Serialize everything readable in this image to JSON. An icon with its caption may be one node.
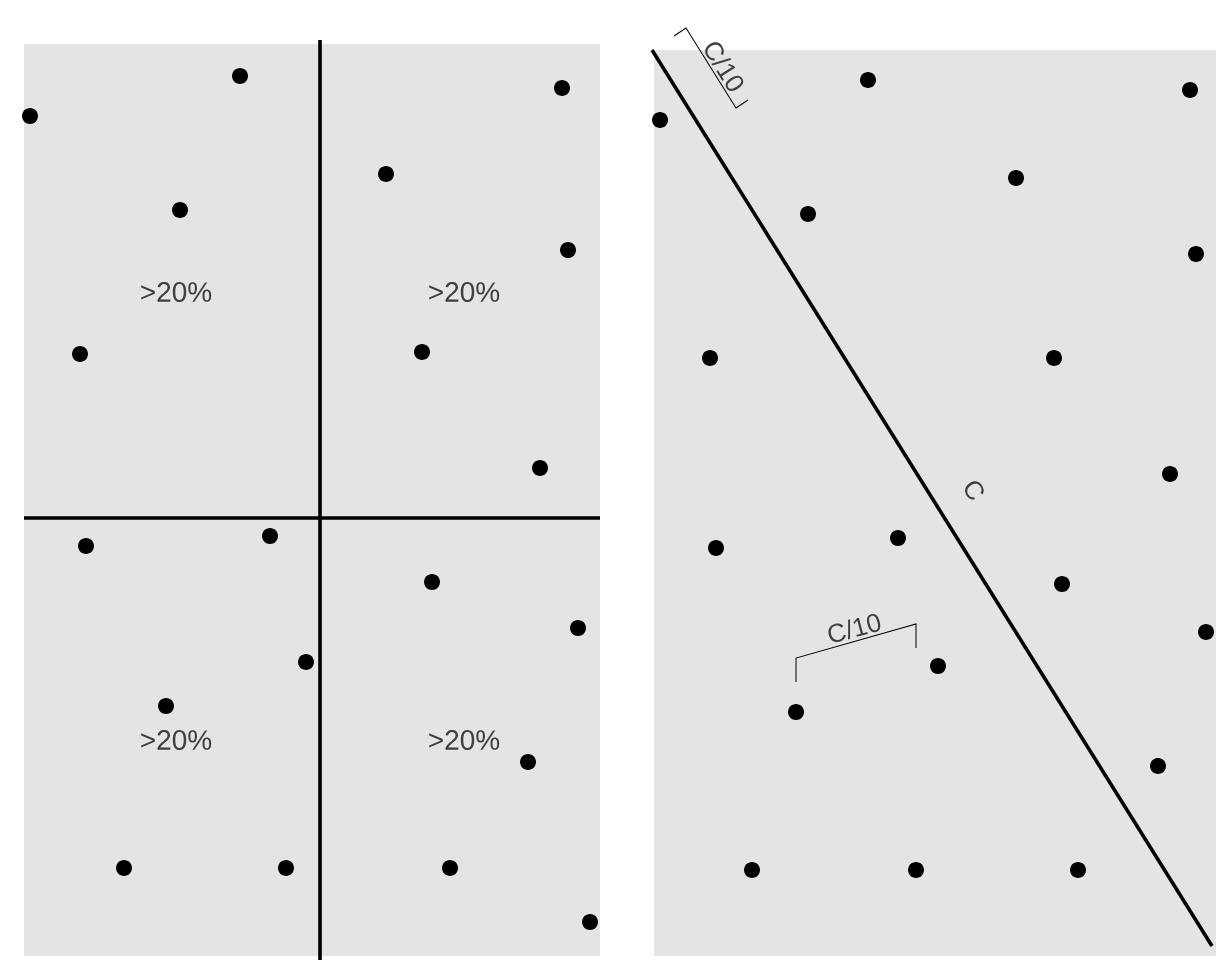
{
  "diagram": {
    "labels": [
      "C/10",
      ">20%",
      ">20%",
      "C",
      "C/10",
      ">20%",
      ">20%"
    ]
  }
}
